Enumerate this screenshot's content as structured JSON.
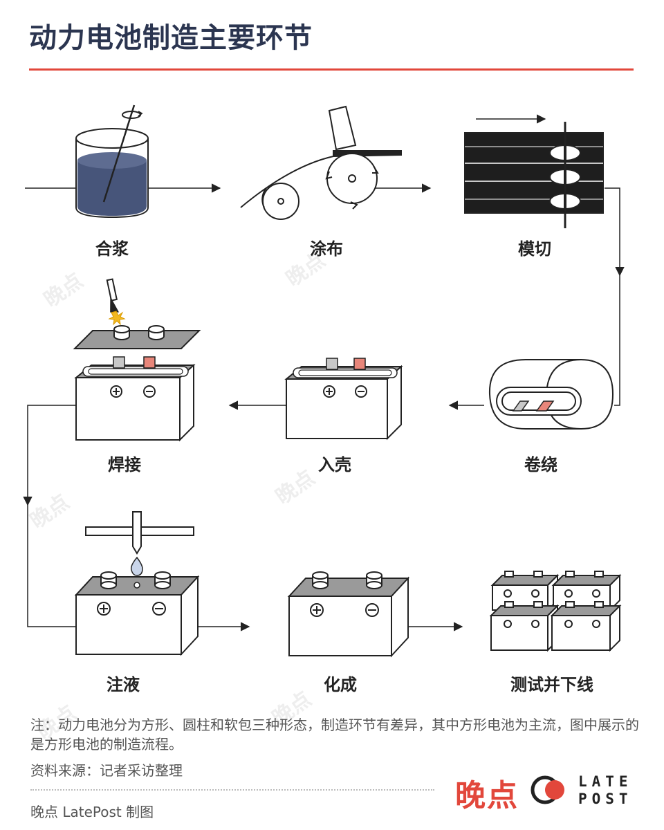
{
  "header": {
    "title": "动力电池制造主要环节"
  },
  "steps": [
    {
      "label": "合浆"
    },
    {
      "label": "涂布"
    },
    {
      "label": "模切"
    },
    {
      "label": "卷绕"
    },
    {
      "label": "入壳"
    },
    {
      "label": "焊接"
    },
    {
      "label": "注液"
    },
    {
      "label": "化成"
    },
    {
      "label": "测试并下线"
    }
  ],
  "footer": {
    "note": "注：动力电池分为方形、圆柱和软包三种形态，制造环节有差异，其中方形电池为主流，图中展示的是方形电池的制造流程。",
    "source": "资料来源：记者采访整理",
    "credit": "晚点 LatePost 制图"
  },
  "brand": {
    "cn": "晚点",
    "en_line1": "LATE",
    "en_line2": "POST"
  },
  "watermark": {
    "text": "晚点"
  },
  "colors": {
    "accent": "#e2473b",
    "title": "#2b3550",
    "slurry": "#47557a",
    "line": "#222222",
    "gray": "#9a9a9a",
    "tab_red": "#e8867a",
    "tab_gray": "#c8c8c8"
  }
}
